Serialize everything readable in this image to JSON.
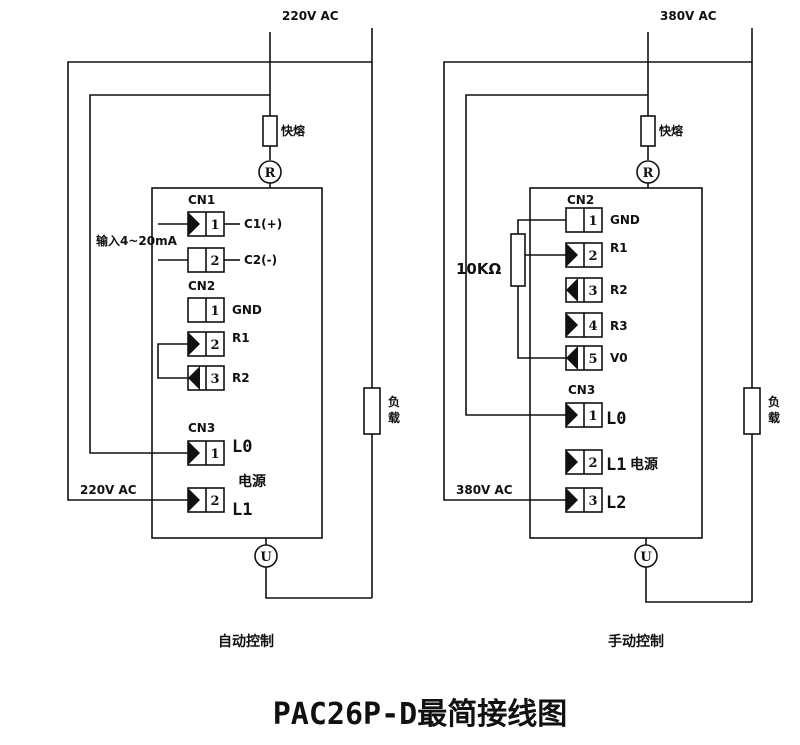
{
  "title": "PAC26P-D最简接线图",
  "left": {
    "supply_top": "220V AC",
    "supply_side": "220V AC",
    "fuse": "快熔",
    "terminal_top": "R",
    "terminal_bottom": "U",
    "load": "负载",
    "cn1": {
      "name": "CN1",
      "pin1": "1",
      "pin1_label": "C1(+)",
      "pin2": "2",
      "pin2_label": "C2(-)",
      "input_label": "输入4~20mA"
    },
    "cn2": {
      "name": "CN2",
      "pin1": "1",
      "pin1_label": "GND",
      "pin2": "2",
      "pin2_label": "R1",
      "pin3": "3",
      "pin3_label": "R2"
    },
    "cn3": {
      "name": "CN3",
      "pin1": "1",
      "pin1_label": "L0",
      "pin2": "2",
      "pin2_label": "L1",
      "power_label": "电源"
    },
    "caption": "自动控制"
  },
  "right": {
    "supply_top": "380V AC",
    "supply_side": "380V AC",
    "fuse": "快熔",
    "terminal_top": "R",
    "terminal_bottom": "U",
    "load": "负载",
    "pot": "10KΩ",
    "cn2": {
      "name": "CN2",
      "pin1": "1",
      "pin1_label": "GND",
      "pin2": "2",
      "pin2_label": "R1",
      "pin3": "3",
      "pin3_label": "R2",
      "pin4": "4",
      "pin4_label": "R3",
      "pin5": "5",
      "pin5_label": "V0"
    },
    "cn3": {
      "name": "CN3",
      "pin1": "1",
      "pin1_label": "L0",
      "pin2": "2",
      "pin2_label": "L1",
      "pin3": "3",
      "pin3_label": "L2",
      "power_label": "电源"
    },
    "caption": "手动控制"
  }
}
